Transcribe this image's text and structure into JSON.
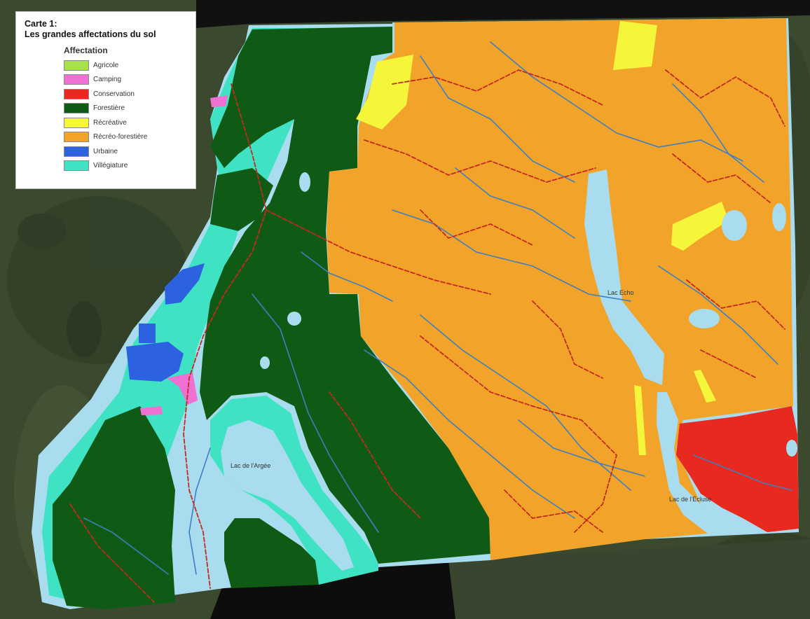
{
  "legend": {
    "title_line1": "Carte 1:",
    "title_line2": "Les grandes affectations du sol",
    "heading": "Affectation",
    "items": [
      {
        "label": "Agricole",
        "color": "#a7e24a"
      },
      {
        "label": "Camping",
        "color": "#f06fd3"
      },
      {
        "label": "Conservation",
        "color": "#e8291f"
      },
      {
        "label": "Forestière",
        "color": "#0f5b16"
      },
      {
        "label": "Récréative",
        "color": "#f5f53a"
      },
      {
        "label": "Récréo-forestière",
        "color": "#f2a42a"
      },
      {
        "label": "Urbaine",
        "color": "#2c62e0"
      },
      {
        "label": "Villégiature",
        "color": "#3fe3c4"
      }
    ]
  },
  "lakes": {
    "echo": "Lac Echo",
    "argee": "Lac de l'Argée",
    "ecluse": "Lac de l'Écluse"
  },
  "colors": {
    "water": "#a9dcee",
    "roads": "#c32a1e",
    "streams": "#3e7fc1"
  }
}
